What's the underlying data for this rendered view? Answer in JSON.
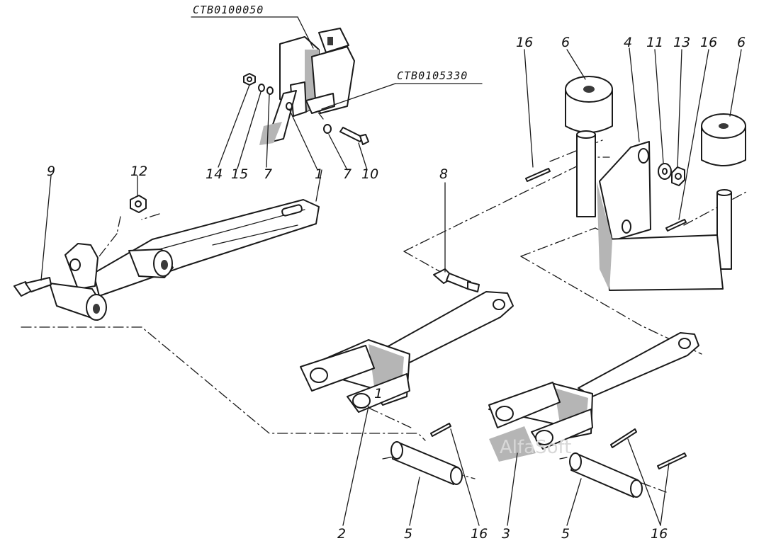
{
  "part_codes": [
    "СТВ0100050",
    "СТВ0105330"
  ],
  "callouts": [
    "9",
    "12",
    "14",
    "15",
    "7",
    "1",
    "7",
    "10",
    "8",
    "16",
    "6",
    "4",
    "11",
    "13",
    "16",
    "6",
    "1",
    "2",
    "5",
    "16",
    "3",
    "5",
    "16"
  ],
  "watermark": "AlfaSoft"
}
